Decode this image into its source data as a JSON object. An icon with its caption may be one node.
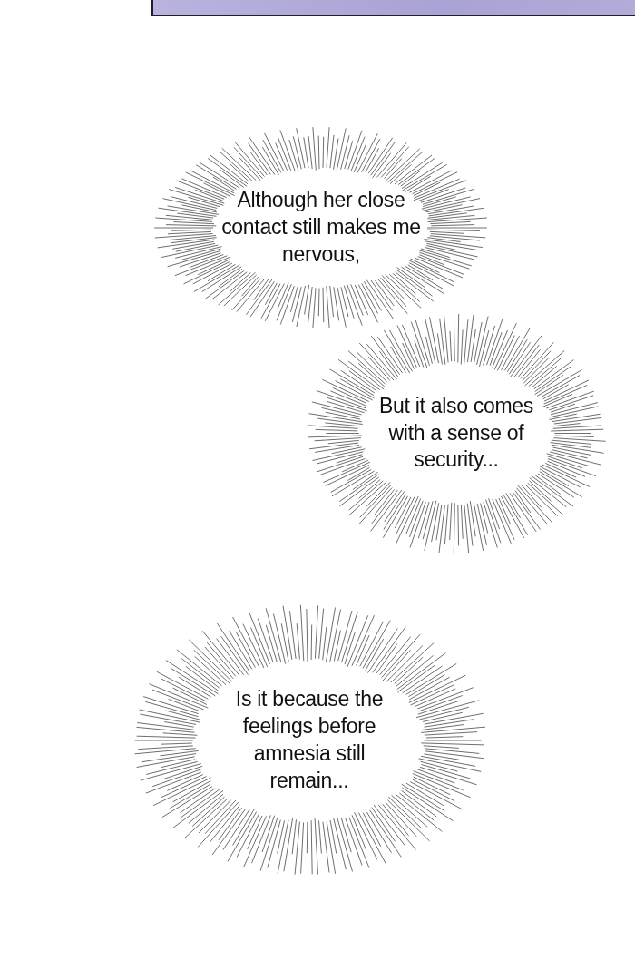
{
  "diagram": {
    "nodes": [
      {
        "text": [
          "Although her close contact still makes me nervous,"
        ]
      },
      {
        "text": [
          "But it also comes with a sense of security..."
        ]
      },
      {
        "text": [
          "Is it because the feelings before amnesia still remain..."
        ]
      }
    ]
  }
}
